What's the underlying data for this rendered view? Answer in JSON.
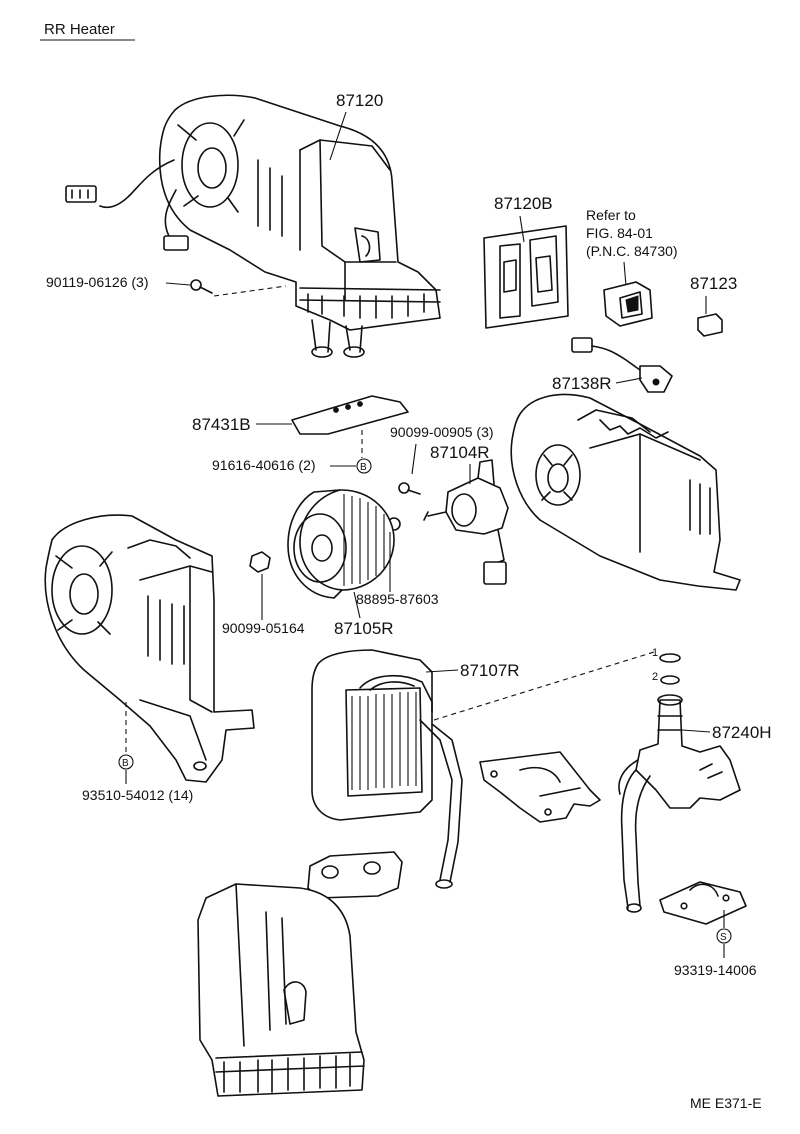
{
  "title": "RR Heater",
  "figure_code": "ME E371-E",
  "parts": {
    "p87120": "87120",
    "p87120b": "87120B",
    "refer_line1": "Refer to",
    "refer_line2": "FIG. 84-01",
    "refer_line3": "(P.N.C. 84730)",
    "p87123": "87123",
    "p90119": "90119-06126 (3)",
    "p87138r": "87138R",
    "p87431b": "87431B",
    "p90099_00905": "90099-00905 (3)",
    "p91616": "91616-40616 (2)",
    "p87104r": "87104R",
    "p88895": "88895-87603",
    "p90099_05164": "90099-05164",
    "p87105r": "87105R",
    "p87107r": "87107R",
    "p87240h": "87240H",
    "p93510": "93510-54012 (14)",
    "p93319": "93319-14006",
    "n1": "1",
    "n2": "2"
  },
  "symbols": {
    "b": "B",
    "s": "S"
  }
}
